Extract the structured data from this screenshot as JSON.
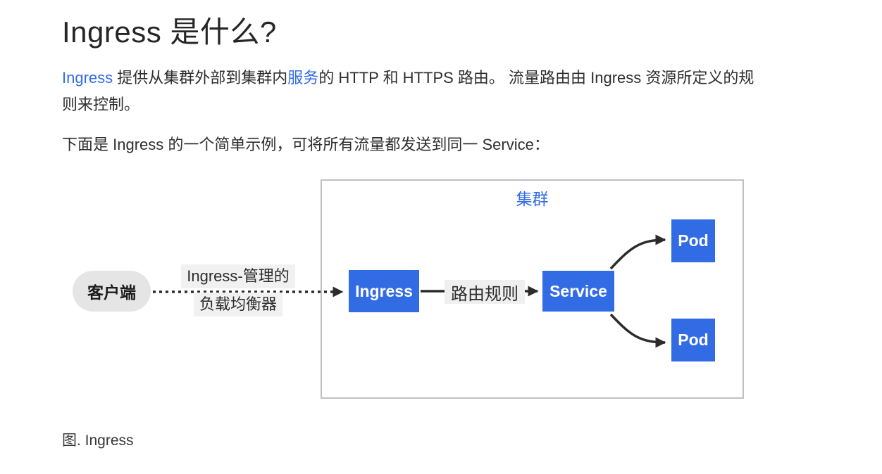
{
  "heading": {
    "title": "Ingress 是什么?"
  },
  "intro": {
    "link_ingress": "Ingress",
    "text_after_link1": " 提供从集群外部到集群内",
    "link_service": "服务",
    "text_after_link2": "的 HTTP 和 HTTPS 路由。 流量路由由 Ingress 资源所定义的规则来控制。"
  },
  "example_intro": "下面是 Ingress 的一个简单示例，可将所有流量都发送到同一 Service：",
  "diagram": {
    "cluster_label": "集群",
    "client_label": "客户端",
    "lb_label_line1": "Ingress-管理的",
    "lb_label_line2": "负载均衡器",
    "ingress_label": "Ingress",
    "routing_rule_label": "路由规则",
    "service_label": "Service",
    "pod_top_label": "Pod",
    "pod_bottom_label": "Pod",
    "colors": {
      "node_blue": "#326ce5",
      "cluster_border": "#bfbfc6",
      "client_bg": "#e5e5e5",
      "edge_label_bg": "#f0f0f0",
      "arrow": "#2b2b2b",
      "link_blue": "#326ce5"
    }
  },
  "caption": "图. Ingress"
}
